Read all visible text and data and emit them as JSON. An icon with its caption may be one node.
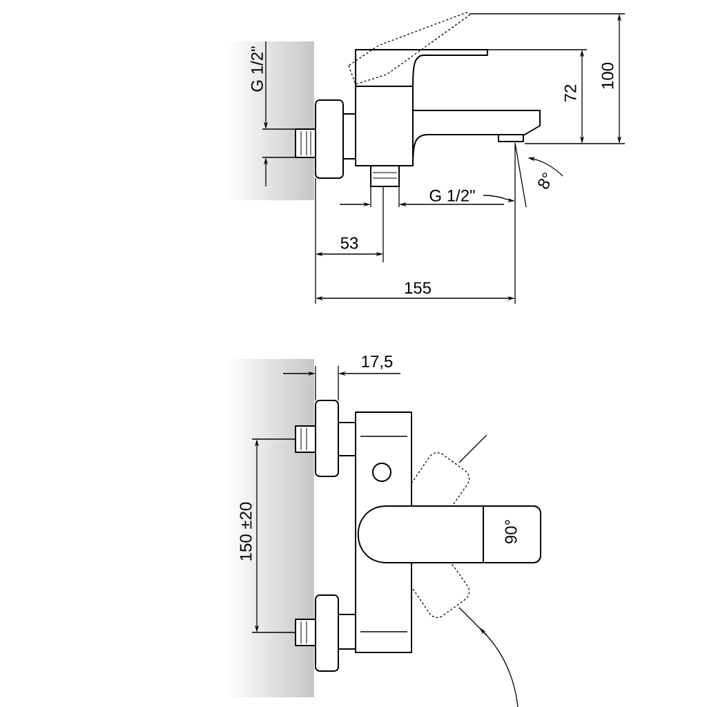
{
  "diagram": {
    "labels": [
      "G 1/2\"",
      "100",
      "72",
      "8°",
      "G 1/2\"",
      "53",
      "155",
      "17,5",
      "150 ±20",
      "90°"
    ]
  }
}
